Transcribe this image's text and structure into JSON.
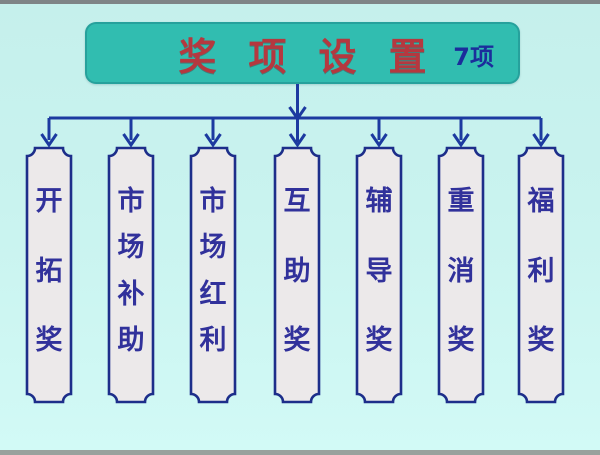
{
  "title": {
    "text": "奖项设置",
    "count_label": "7项"
  },
  "awards": [
    {
      "label": "开拓奖"
    },
    {
      "label": "市场补助"
    },
    {
      "label": "市场红利"
    },
    {
      "label": "互助奖"
    },
    {
      "label": "辅导奖"
    },
    {
      "label": "重消奖"
    },
    {
      "label": "福利奖"
    }
  ],
  "colors": {
    "background": "#c9f3ef",
    "title_fill": "#31bdb0",
    "title_text": "#b5383f",
    "count_text": "#1b2d9b",
    "line": "#1c3aa0",
    "plaque_fill": "#ece9ea",
    "plaque_border": "#1d2e8a",
    "award_text": "#31319b",
    "edge_bar_top": "#7e8486",
    "edge_bar_bottom": "#99a19d"
  }
}
